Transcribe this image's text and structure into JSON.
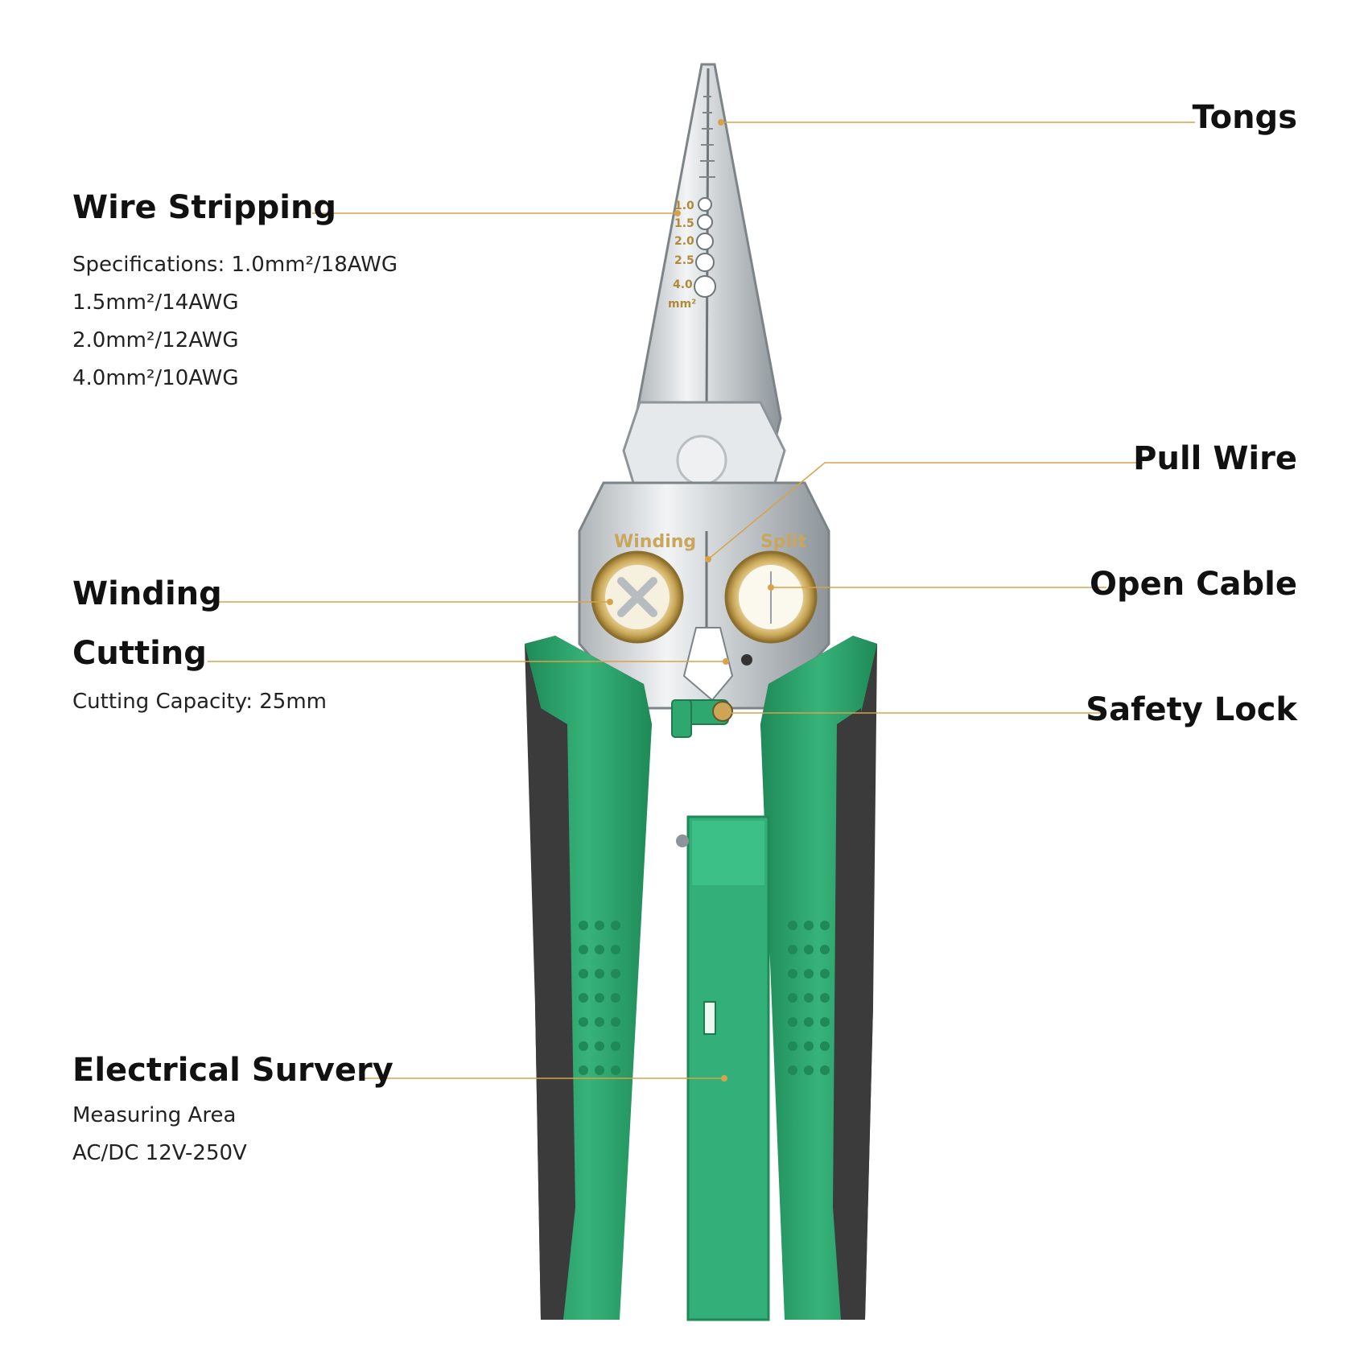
{
  "colors": {
    "leader": "#d8a24a",
    "handle_green": "#2fa870",
    "handle_green_dark": "#1f8a57",
    "handle_black": "#3b3b3b",
    "steel": "#d9dde0",
    "steel_dark": "#9aa1a6",
    "brass": "#d8c17a"
  },
  "callouts": {
    "wire_stripping": {
      "title": "Wire Stripping",
      "specs": [
        "Specifications: 1.0mm²/18AWG",
        "1.5mm²/14AWG",
        "2.0mm²/12AWG",
        "4.0mm²/10AWG"
      ]
    },
    "winding": {
      "title": "Winding"
    },
    "cutting": {
      "title": "Cutting",
      "desc": "Cutting Capacity: 25mm"
    },
    "electrical_survey": {
      "title": "Electrical Survery",
      "desc": [
        "Measuring Area",
        "AC/DC 12V-250V"
      ]
    },
    "tongs": {
      "title": "Tongs"
    },
    "pull_wire": {
      "title": "Pull Wire"
    },
    "open_cable": {
      "title": "Open Cable"
    },
    "safety_lock": {
      "title": "Safety Lock"
    }
  },
  "tool_markings": {
    "winding": "Winding",
    "split": "Split",
    "gauge": [
      "1.0",
      "1.5",
      "2.0",
      "2.5",
      "4.0"
    ],
    "gauge_unit": "mm²"
  }
}
